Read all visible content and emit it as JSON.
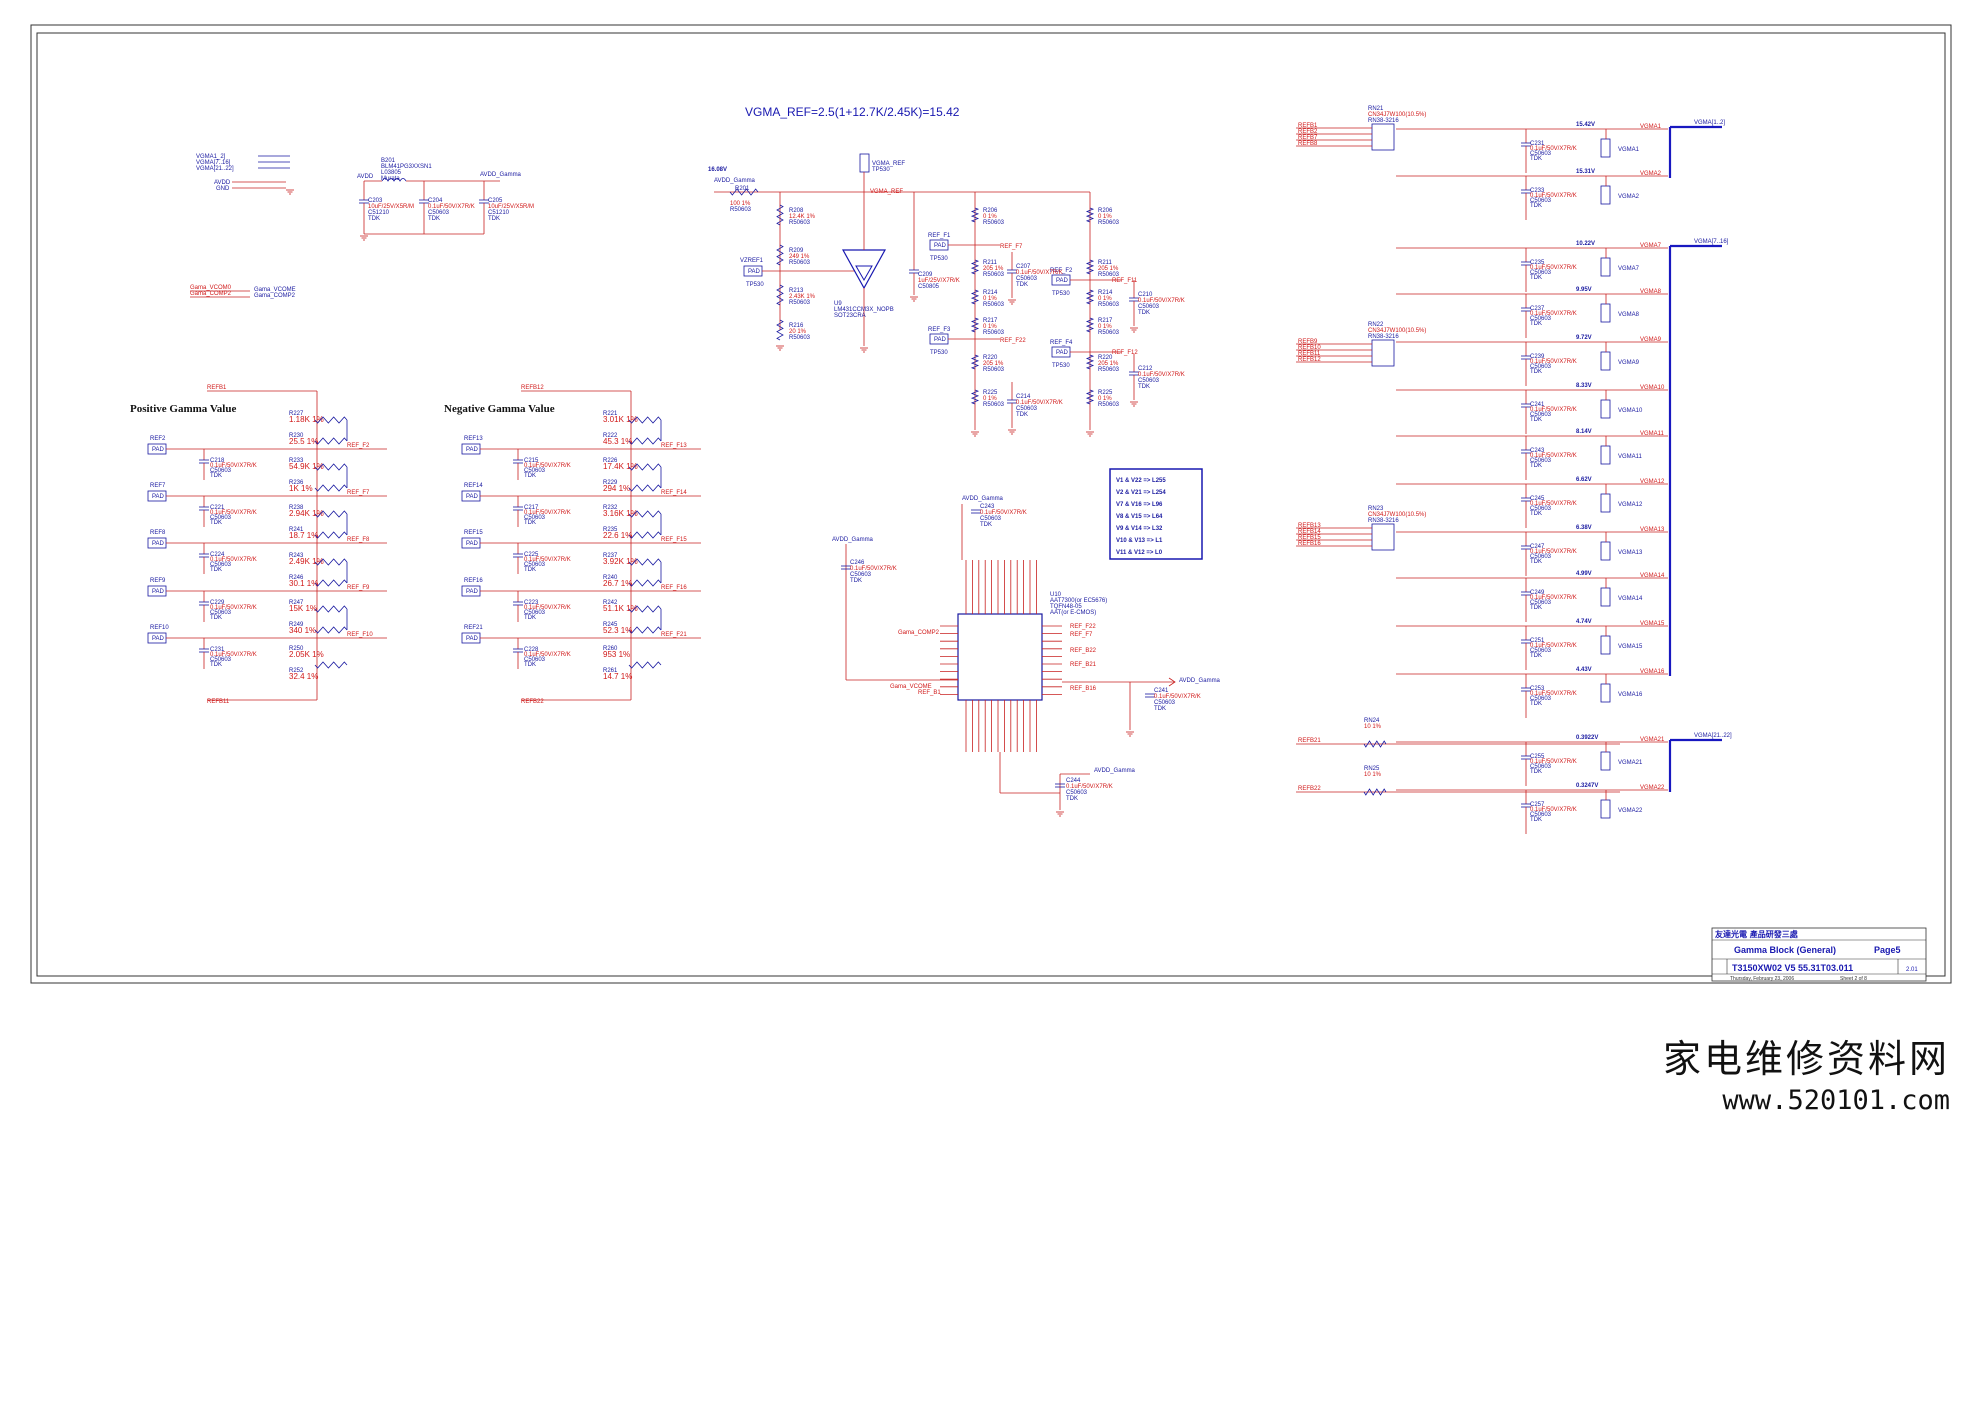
{
  "formula": "VGMA_REF=2.5(1+12.7K/2.45K)=15.42",
  "supply_voltage": "16.08V",
  "top_left_labels": [
    "VGMA1_2]",
    "VGMA[7..16]",
    "VGMA[21..22]",
    "AVDD",
    "GND"
  ],
  "bead": {
    "ref": "B201",
    "part": "BLM41PG3XXSN1",
    "code": "L03805",
    "vendor": "Murata",
    "net_in": "AVDD",
    "net_out": "AVDD_Gamma"
  },
  "input_caps": [
    {
      "ref": "C203",
      "val": "10uF/25V/X5R/M",
      "pkg": "C51210",
      "vendor": "TDK"
    },
    {
      "ref": "C204",
      "val": "0.1uF/50V/X7R/K",
      "pkg": "C50603",
      "vendor": "TDK"
    },
    {
      "ref": "C205",
      "val": "10uF/25V/X5R/M",
      "pkg": "C51210",
      "vendor": "TDK"
    }
  ],
  "vcom_nets": {
    "left": [
      "Gama_VCOM0",
      "Gama_COMP2"
    ],
    "right": [
      "Gama_VCOME",
      "Gama_COMP2"
    ]
  },
  "positive_title": "Positive Gamma Value",
  "negative_title": "Negative Gamma Value",
  "positive_pads": [
    {
      "ref": "REF2",
      "pad": "PAD",
      "cap": "C218",
      "r1": "R227",
      "r1v": "1.18K 1%",
      "r2": "R230",
      "r2v": "25.5 1%",
      "net": "REF_F2"
    },
    {
      "ref": "REF7",
      "pad": "PAD",
      "cap": "C221",
      "r1": "R233",
      "r1v": "54.9K 1%",
      "r2": "R236",
      "r2v": "1K 1%",
      "net": "REF_F7"
    },
    {
      "ref": "REF8",
      "pad": "PAD",
      "cap": "C224",
      "r1": "R238",
      "r1v": "2.94K 1%",
      "r2": "R241",
      "r2v": "18.7 1%",
      "net": "REF_F8"
    },
    {
      "ref": "REF9",
      "pad": "PAD",
      "cap": "C229",
      "r1": "R243",
      "r1v": "2.49K 1%",
      "r2": "R246",
      "r2v": "30.1 1%",
      "net": "REF_F9"
    },
    {
      "ref": "REF10",
      "pad": "PAD",
      "cap": "C231",
      "r1": "R247",
      "r1v": "15K 1%",
      "r2": "R249",
      "r2v": "340 1%",
      "net": "REF_F10"
    }
  ],
  "positive_tail": [
    {
      "r": "R250",
      "v": "2.05K 1%"
    },
    {
      "r": "R252",
      "v": "32.4 1%"
    }
  ],
  "positive_rails": {
    "top": "REFB1",
    "bottom": "REFB11"
  },
  "negative_pads": [
    {
      "ref": "REF13",
      "pad": "PAD",
      "cap": "C215",
      "r1": "R221",
      "r1v": "3.01K 1%",
      "r2": "R222",
      "r2v": "45.3 1%",
      "net": "REF_F13"
    },
    {
      "ref": "REF14",
      "pad": "PAD",
      "cap": "C217",
      "r1": "R226",
      "r1v": "17.4K 1%",
      "r2": "R229",
      "r2v": "294 1%",
      "net": "REF_F14"
    },
    {
      "ref": "REF15",
      "pad": "PAD",
      "cap": "C225",
      "r1": "R232",
      "r1v": "3.16K 1%",
      "r2": "R235",
      "r2v": "22.6 1%",
      "net": "REF_F15"
    },
    {
      "ref": "REF16",
      "pad": "PAD",
      "cap": "C223",
      "r1": "R237",
      "r1v": "3.92K 1%",
      "r2": "R240",
      "r2v": "26.7 1%",
      "net": "REF_F16"
    },
    {
      "ref": "REF21",
      "pad": "PAD",
      "cap": "C228",
      "r1": "R242",
      "r1v": "51.1K 1%",
      "r2": "R245",
      "r2v": "52.3 1%",
      "net": "REF_F21"
    }
  ],
  "negative_tail": [
    {
      "r": "R260",
      "v": "953 1%"
    },
    {
      "r": "R261",
      "v": "14.7 1%"
    }
  ],
  "negative_rails": {
    "top": "REFB12",
    "bottom": "REFB22"
  },
  "cap_common": {
    "val": "0.1uF/50V/X7R/K",
    "pkg": "C50603",
    "vendor": "TDK"
  },
  "mapping": [
    "V1 & V22 => L255",
    "V2 & V21 => L254",
    "V7 & V16 => L96",
    "V8 & V15 => L64",
    "V9 & V14 => L32",
    "V10 & V13 => L1",
    "V11 & V12 => L0"
  ],
  "ic": {
    "ref": "U10",
    "part": "AAT7300(or EC5676)",
    "pkg": "TQFN48-05",
    "alt": "AAT(or E-CMOS)",
    "supply": "AVDD_Gamma",
    "net_vcom": "Gama_VCOME",
    "net_comp": "Gama_COMP2",
    "net_vgma": "REF_B1"
  },
  "ref_reg": {
    "ref": "U9",
    "part": "LM431CCM3X_NOPB",
    "pkg": "SOT23CRA",
    "pad": "VGMA_REF",
    "tp": "TP530",
    "vzref": "VZREF1"
  },
  "right_voltages": [
    "15.42V",
    "15.31V",
    "10.22V",
    "9.95V",
    "9.72V",
    "8.33V",
    "8.14V",
    "6.62V",
    "6.38V",
    "4.99V",
    "4.74V",
    "4.43V",
    "0.3922V",
    "0.3247V"
  ],
  "vgma_nets": [
    "VGMA1",
    "VGMA2",
    "VGMA7",
    "VGMA8",
    "VGMA9",
    "VGMA10",
    "VGMA11",
    "VGMA12",
    "VGMA13",
    "VGMA14",
    "VGMA15",
    "VGMA16",
    "VGMA21",
    "VGMA22"
  ],
  "bus_labels": [
    "VGMA[1..2]",
    "VGMA[7..16]",
    "VGMA[21..22]"
  ],
  "rn_arrays": [
    {
      "ref": "RN21",
      "val": "CN34J7W100(10.5%)",
      "pkg": "RN38-3216"
    },
    {
      "ref": "RN22",
      "val": "CN34J7W100(10.5%)",
      "pkg": "RN38-3216"
    },
    {
      "ref": "RN23",
      "val": "CN34J7W100(10.5%)",
      "pkg": "RN38-3216"
    }
  ],
  "title_block": {
    "company": "友達光電  產品研發三處",
    "title": "Gamma Block (General)",
    "page": "Page5",
    "doc": "T3150XW02 V5 55.31T03.011",
    "rev": "2.01",
    "date": "Thursday, February 23, 2006",
    "sheet": "Sheet  2  of  8"
  },
  "watermark": {
    "cn": "家电维修资料网",
    "url": "www.520101.com"
  }
}
